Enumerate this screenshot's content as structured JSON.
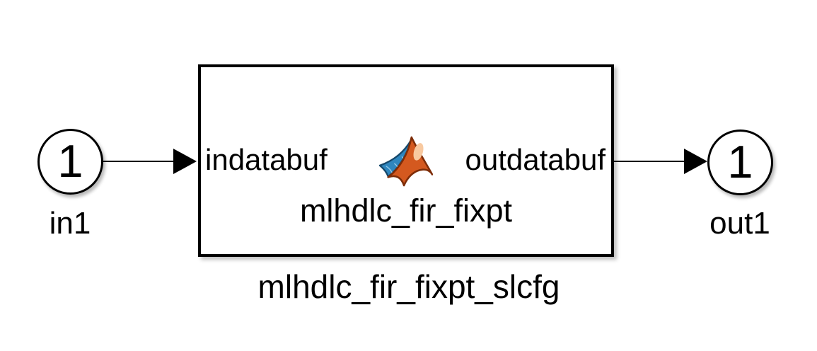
{
  "inport": {
    "number": "1",
    "name": "in1"
  },
  "outport": {
    "number": "1",
    "name": "out1"
  },
  "function_block": {
    "input_port_label": "indatabuf",
    "output_port_label": "outdatabuf",
    "title": "mlhdlc_fir_fixpt",
    "caption": "mlhdlc_fir_fixpt_slcfg",
    "icon": "matlab-logo"
  },
  "colors": {
    "background": "#ffffff",
    "stroke": "#000000",
    "text": "#000000",
    "logo_orange": "#d4591f",
    "logo_orange_dark": "#7e2d08",
    "logo_blue": "#2f86be",
    "logo_blue_dark": "#15486b",
    "logo_blue_light": "#9fd0ec",
    "logo_highlight": "#f8c9a0"
  }
}
